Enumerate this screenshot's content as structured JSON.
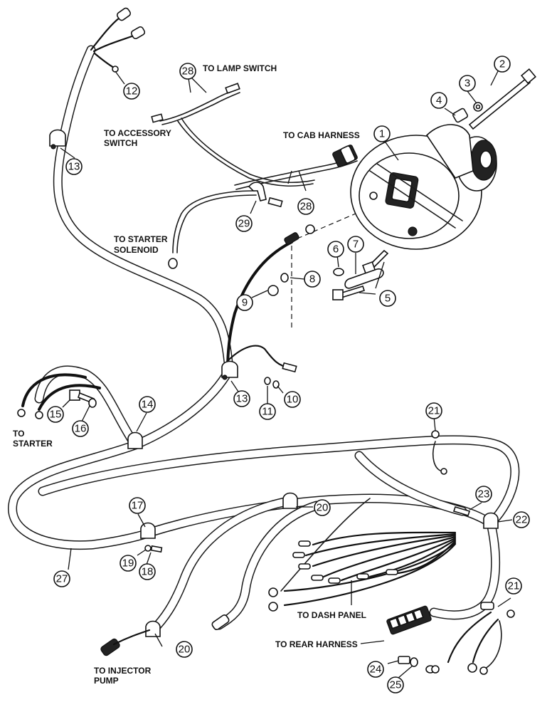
{
  "labels": {
    "lamp_switch": "TO LAMP SWITCH",
    "accessory_switch_1": "TO ACCESSORY",
    "accessory_switch_2": "SWITCH",
    "cab_harness": "TO CAB HARNESS",
    "starter_solenoid_1": "TO STARTER",
    "starter_solenoid_2": "SOLENOID",
    "starter_1": "TO",
    "starter_2": "STARTER",
    "dash_panel": "TO DASH PANEL",
    "rear_harness": "TO REAR HARNESS",
    "injector_pump_1": "TO INJECTOR",
    "injector_pump_2": "PUMP"
  },
  "callouts": {
    "c1": "1",
    "c2": "2",
    "c3": "3",
    "c4": "4",
    "c5": "5",
    "c6": "6",
    "c7": "7",
    "c8": "8",
    "c9": "9",
    "c10": "10",
    "c11": "11",
    "c12": "12",
    "c13a": "13",
    "c13b": "13",
    "c14": "14",
    "c15": "15",
    "c16": "16",
    "c17": "17",
    "c18": "18",
    "c19": "19",
    "c20a": "20",
    "c20b": "20",
    "c21a": "21",
    "c21b": "21",
    "c22": "22",
    "c23": "23",
    "c24": "24",
    "c25": "25",
    "c27": "27",
    "c28a": "28",
    "c28b": "28",
    "c29": "29"
  }
}
